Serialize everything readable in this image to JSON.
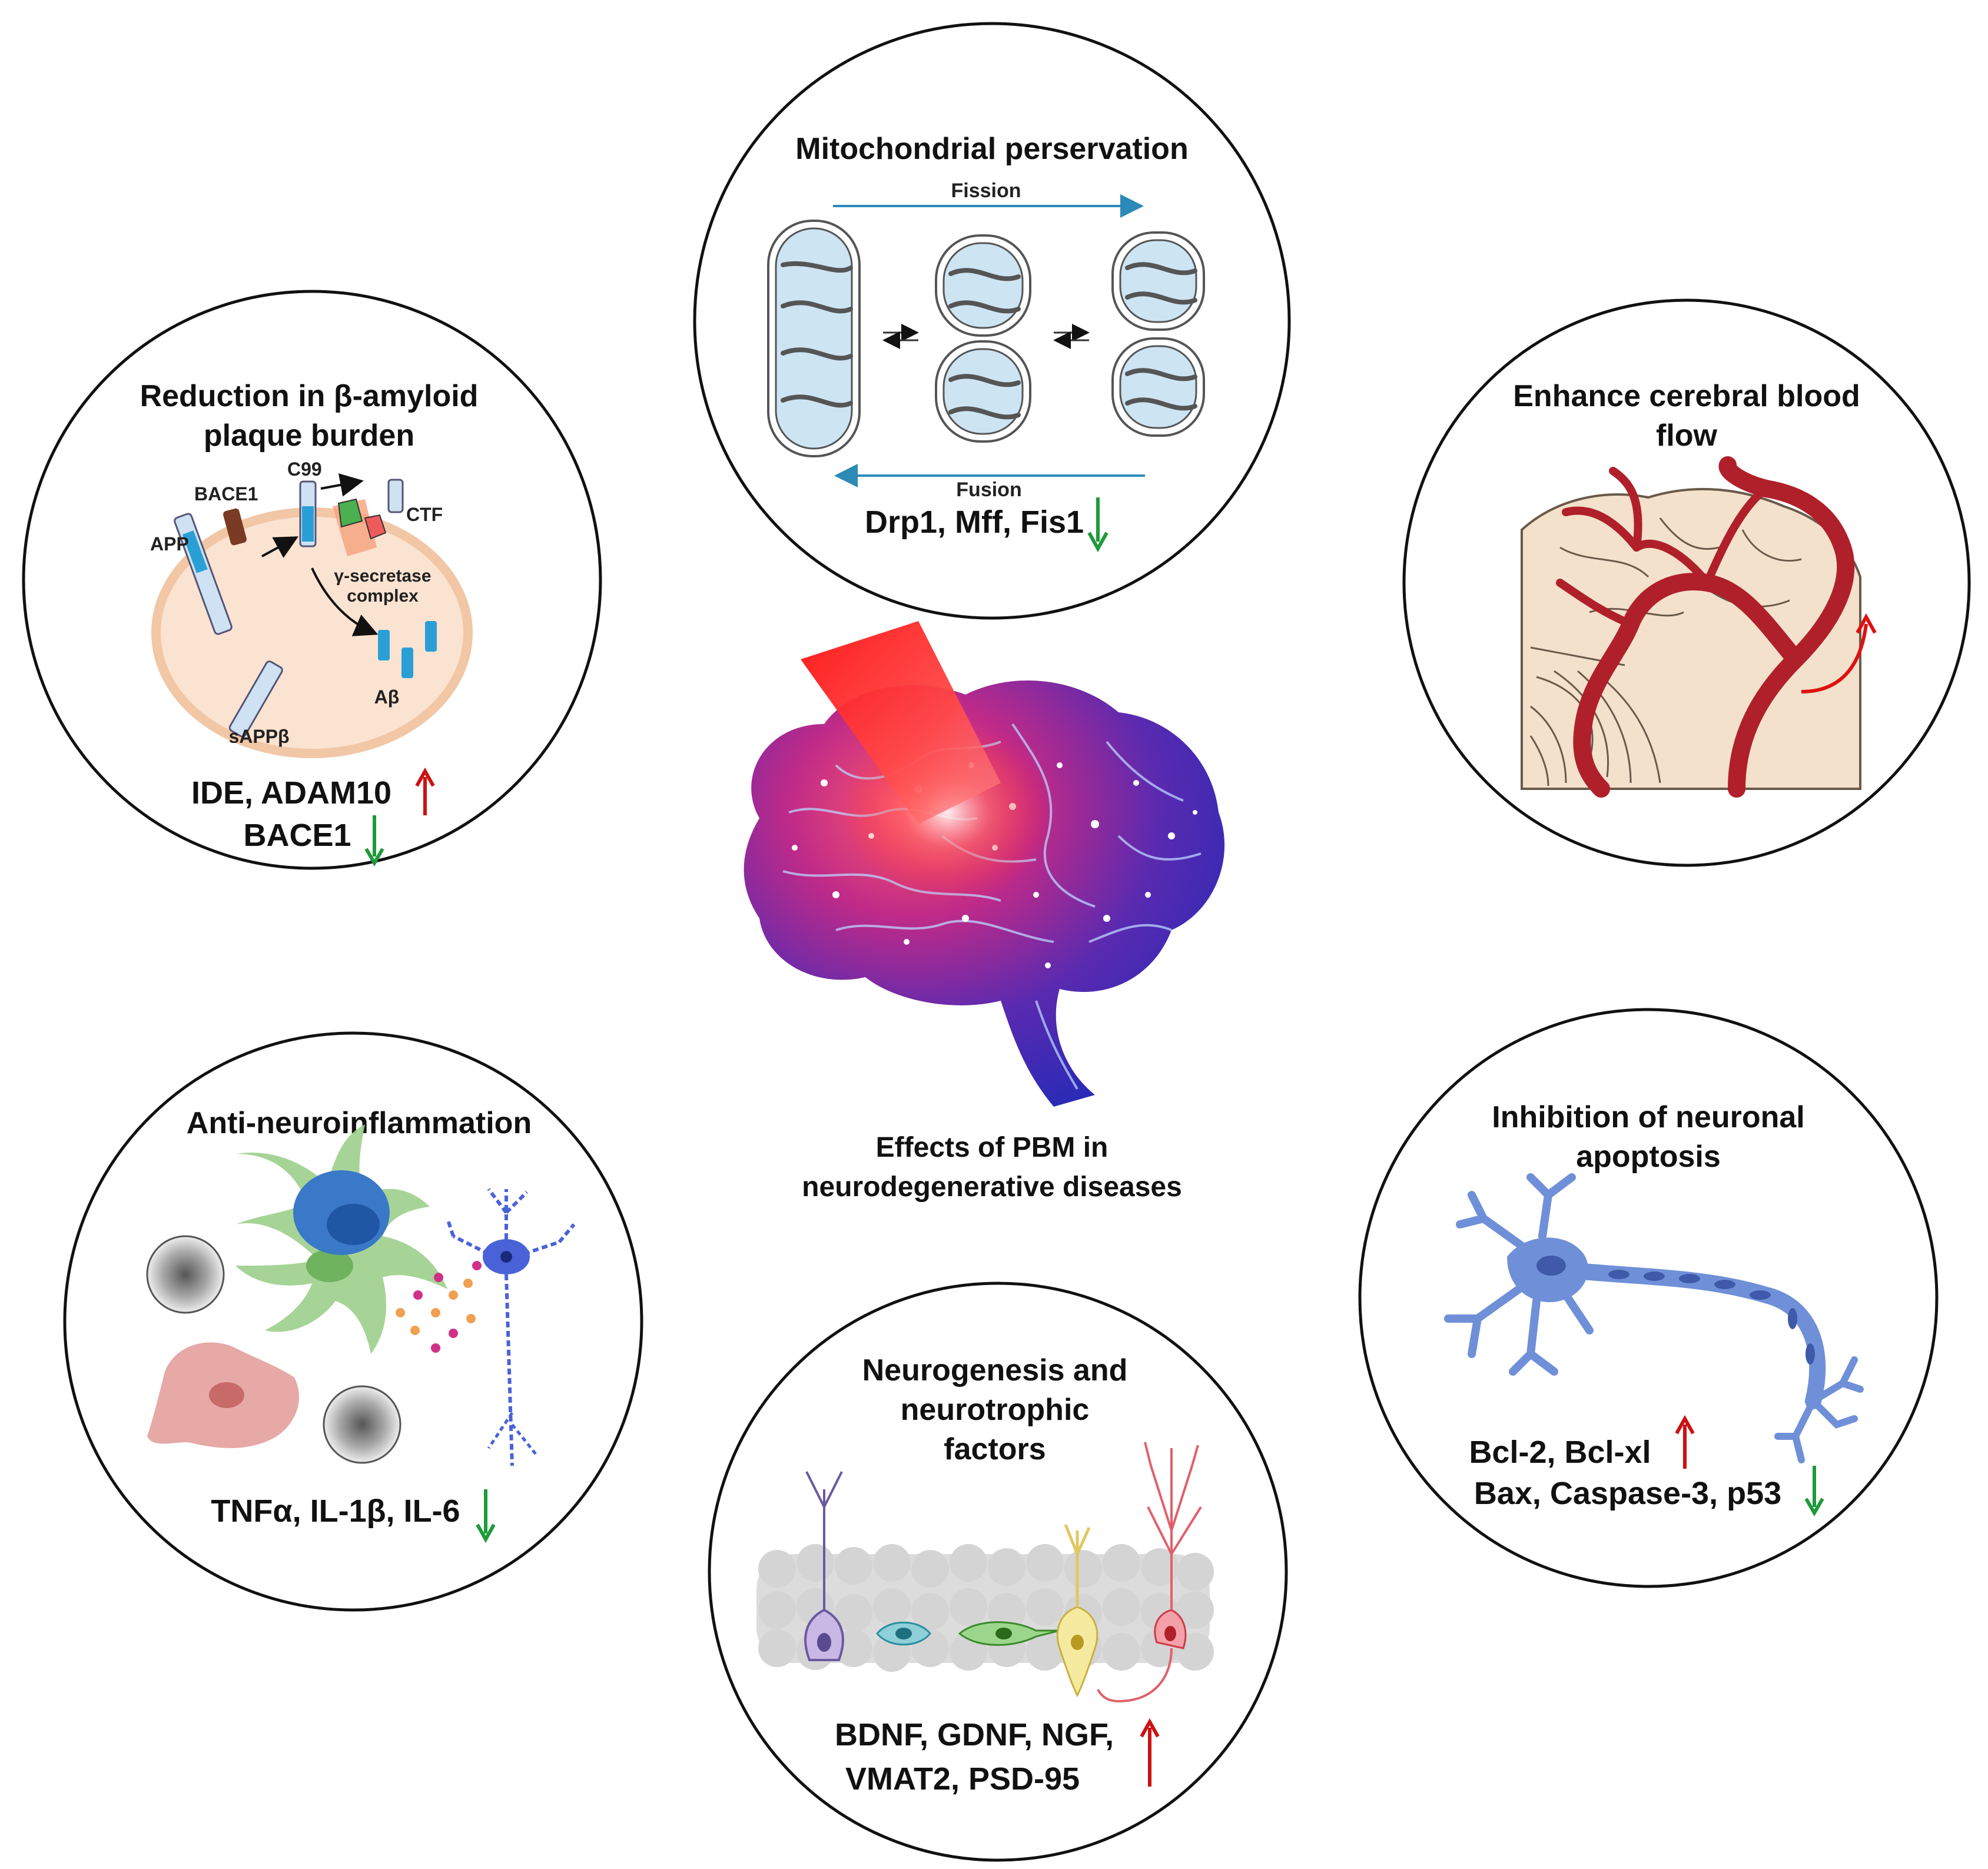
{
  "center": {
    "caption_line1": "Effects of PBM in",
    "caption_line2": "neurodegenerative diseases"
  },
  "mitochondria": {
    "title": "Mitochondrial perservation",
    "fission_label": "Fission",
    "fusion_label": "Fusion",
    "molecules": "Drp1, Mff, Fis1",
    "direction": "down"
  },
  "amyloid": {
    "title_line1": "Reduction in β-amyloid",
    "title_line2": "plaque burden",
    "labels": {
      "bace1": "BACE1",
      "app": "APP",
      "c99": "C99",
      "ctf": "CTF",
      "gamma_line1": "γ-secretase",
      "gamma_line2": "complex",
      "abeta": "Aβ",
      "sapp": "sAPPβ"
    },
    "molecules_up": "IDE, ADAM10",
    "molecules_down": "BACE1"
  },
  "blood_flow": {
    "title_line1": "Enhance cerebral blood",
    "title_line2": "flow"
  },
  "inflammation": {
    "title": "Anti-neuroinflammation",
    "molecules": "TNFα, IL-1β, IL-6",
    "direction": "down"
  },
  "apoptosis": {
    "title_line1": "Inhibition of neuronal",
    "title_line2": "apoptosis",
    "molecules_up": "Bcl-2, Bcl-xl",
    "molecules_down": "Bax, Caspase-3, p53"
  },
  "neurogenesis": {
    "title_line1": "Neurogenesis and",
    "title_line2": "neurotrophic",
    "title_line3": "factors",
    "molecules_line1": "BDNF, GDNF, NGF,",
    "molecules_line2": "VMAT2, PSD-95",
    "direction": "up"
  },
  "colors": {
    "up_arrow": "#cc1111",
    "down_arrow": "#1e9a3a",
    "vessel": "#b0202a",
    "neuron_blue": "#6f90d8",
    "microglia_green": "#9ccf8c",
    "cell_red": "#e29a96",
    "cell_membrane": "#f2c7a6",
    "mito_fill": "#cde4f3"
  }
}
